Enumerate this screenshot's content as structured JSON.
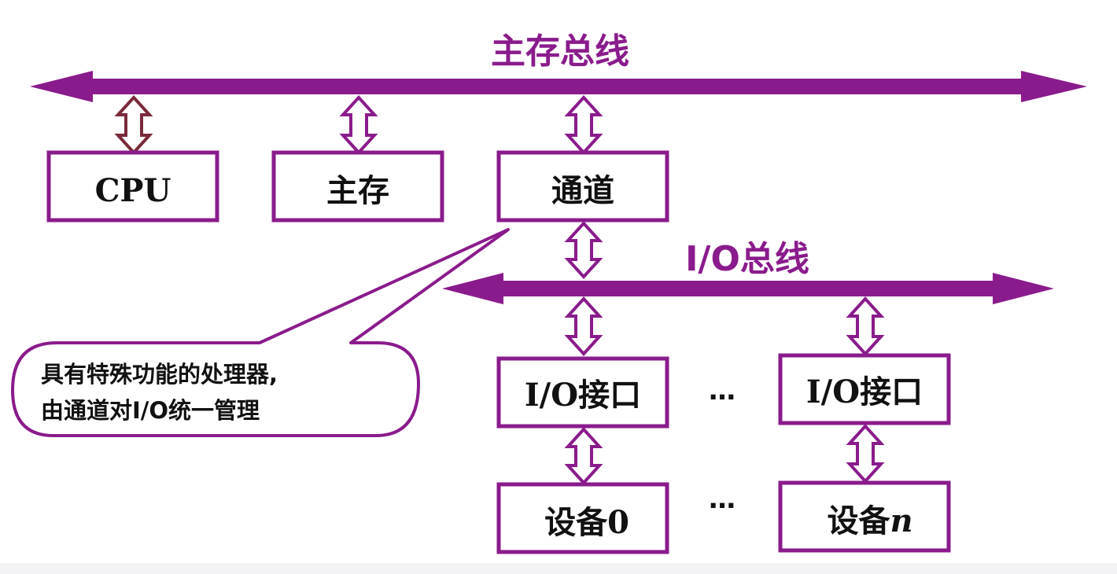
{
  "colors": {
    "bus": "#8a1b8c",
    "box_border": "#8a1b8c",
    "cpu_connector": "#7a2a3a",
    "text": "#111111"
  },
  "main_bus": {
    "label": "主存总线"
  },
  "io_bus": {
    "label": "I/O总线"
  },
  "components": {
    "cpu": "CPU",
    "memory": "主存",
    "channel": "通道"
  },
  "io_interfaces": {
    "first": "I/O接口",
    "ellipsis": "…",
    "last": "I/O接口"
  },
  "devices": {
    "first": "设备0",
    "ellipsis": "…",
    "last_prefix": "设备",
    "last_suffix": "n"
  },
  "callout": {
    "line1": "具有特殊功能的处理器,",
    "line2": "由通道对I/O统一管理"
  }
}
